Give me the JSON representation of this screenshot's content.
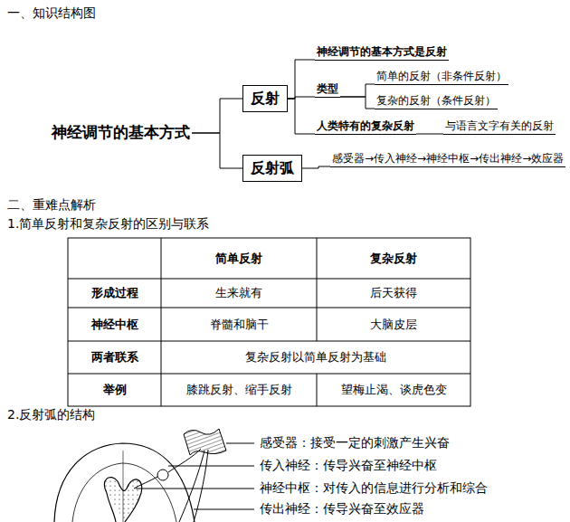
{
  "diagram": {
    "nodes": [
      {
        "text": [
          "神经调节的基本方式"
        ]
      },
      {
        "text": [
          "反射"
        ]
      },
      {
        "text": [
          "反射弧"
        ]
      },
      {
        "text": [
          "神经调节的基本方式是反射"
        ]
      },
      {
        "text": [
          "类型"
        ]
      },
      {
        "text": [
          "简单的反射（非条件反射）"
        ]
      },
      {
        "text": [
          "复杂的反射（条件反射）"
        ]
      },
      {
        "text": [
          "人类特有的复杂反射"
        ]
      },
      {
        "text": [
          "与语言文字有关的反射"
        ]
      },
      {
        "text": [
          "感受器→传入神经→神经中枢→传出神经→效应器"
        ]
      }
    ],
    "edges": [
      {
        "from": 0,
        "to": 1,
        "arrow": "none"
      },
      {
        "from": 0,
        "to": 2,
        "arrow": "none"
      },
      {
        "from": 1,
        "to": 3,
        "arrow": "none"
      },
      {
        "from": 1,
        "to": 4,
        "arrow": "none"
      },
      {
        "from": 1,
        "to": 7,
        "arrow": "none"
      },
      {
        "from": 4,
        "to": 5,
        "arrow": "none"
      },
      {
        "from": 4,
        "to": 6,
        "arrow": "none"
      },
      {
        "from": 7,
        "to": 8,
        "arrow": "none"
      },
      {
        "from": 2,
        "to": 9,
        "arrow": "none"
      }
    ],
    "labels": [
      "一、知识结构图",
      "二、重难点解析",
      "1.简单反射和复杂反射的区别与联系",
      "简单反射",
      "复杂反射",
      "形成过程",
      "生来就有",
      "后天获得",
      "神经中枢",
      "脊髓和脑干",
      "大脑皮层",
      "两者联系",
      "复杂反射以简单反射为基础",
      "举例",
      "膝跳反射、缩手反射",
      "望梅止渴、谈虎色变",
      "2.反射弧的结构",
      "感受器：接受一定的刺激产生兴奋",
      "传入神经：传导兴奋至神经中枢",
      "神经中枢：对传入的信息进行分析和综合",
      "传出神经：传导兴奋至效应器"
    ]
  }
}
